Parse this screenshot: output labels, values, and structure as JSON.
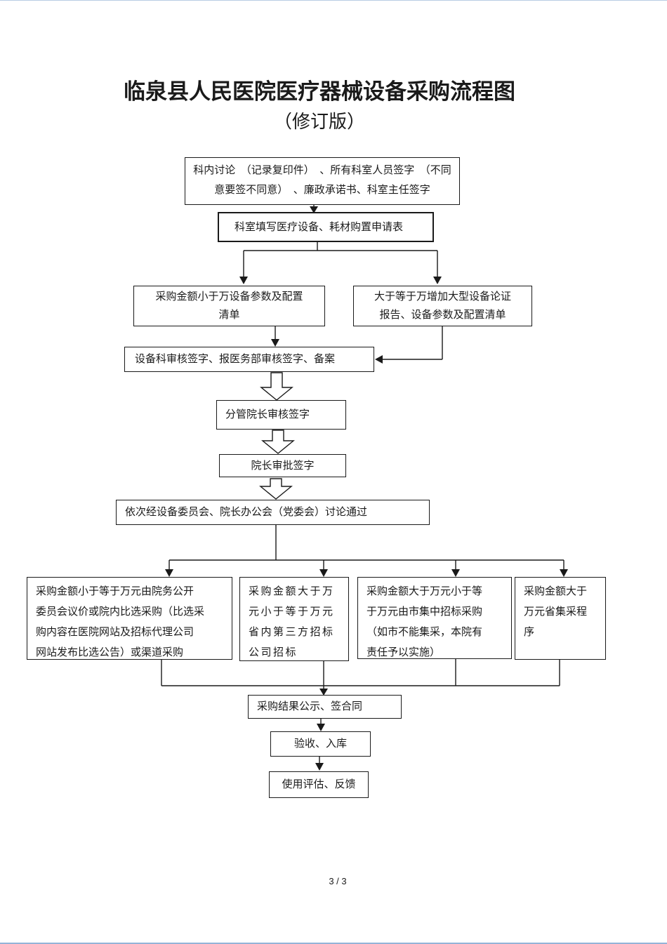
{
  "page": {
    "title": "临泉县人民医院医疗器械设备采购流程图",
    "subtitle": "（修订版）",
    "page_indicator": "3 / 3"
  },
  "colors": {
    "line": "#1a1a1a",
    "text": "#1a1a1a",
    "background": "#ffffff"
  },
  "flowchart": {
    "nodes": {
      "dept_discussion": [
        "科内讨论　（记录复印件）　、所有科室人员签字　（不同",
        "意要签不同意）　、廉政承诺书、科室主任签字"
      ],
      "fill_application": "科室填写医疗设备、耗材购置申请表",
      "below_threshold": [
        "采购金额小于万设备参数及配置",
        "清单"
      ],
      "above_threshold": [
        "大于等于万增加大型设备论证",
        "报告、设备参数及配置清单"
      ],
      "equip_dept_review": "设备科审核签字、报医务部审核签字、备案",
      "deputy_director_review": "分管院长审核签字",
      "director_approval": "院长审批签字",
      "committee_discussion": "依次经设备委员会、院长办公会（党委会）讨论通过",
      "branch_open_bidding": [
        "采购金额小于等于万元由院务公开",
        "委员会议价或院内比选采购（比选采",
        "购内容在医院网站及招标代理公司",
        "网站发布比选公告）或渠道采购"
      ],
      "branch_third_party": [
        "采购金额大于万",
        "元小于等于万元",
        "省内第三方招标",
        "公司招标"
      ],
      "branch_city_centralized": [
        "采购金额大于万元小于等",
        "于万元由市集中招标采购",
        "（如市不能集采，本院有",
        "责任予以实施）"
      ],
      "branch_provincial": [
        "采购金额大于",
        "万元省集采程",
        "序"
      ],
      "result_publicity": "采购结果公示、签合同",
      "acceptance_storage": "验收、入库",
      "evaluation_feedback": "使用评估、反馈"
    }
  }
}
